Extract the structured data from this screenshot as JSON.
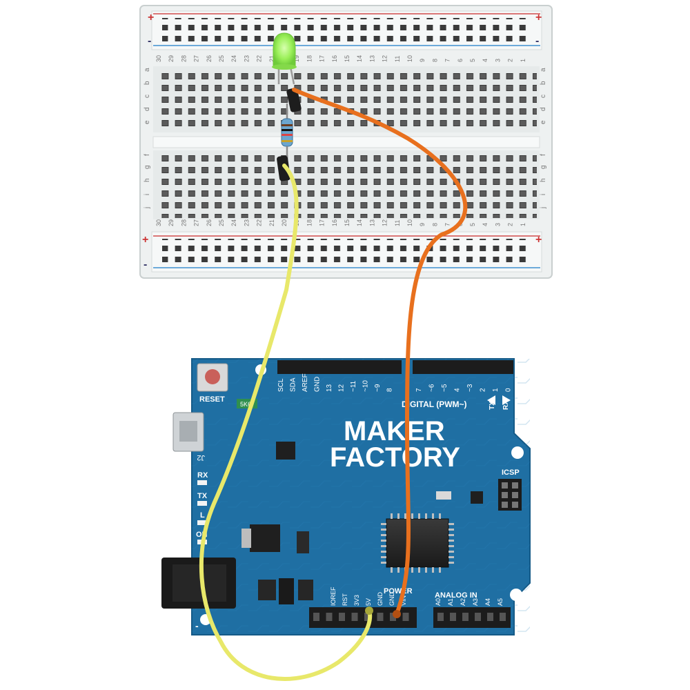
{
  "breadboard": {
    "rows_top": [
      "30",
      "29",
      "28",
      "27",
      "26",
      "25",
      "24",
      "23",
      "22",
      "21",
      "20",
      "19",
      "18",
      "17",
      "16",
      "15",
      "14",
      "13",
      "12",
      "11",
      "10",
      "9",
      "8",
      "7",
      "6",
      "5",
      "4",
      "3",
      "2",
      "1"
    ],
    "letters_top": [
      "a",
      "b",
      "c",
      "d",
      "e"
    ],
    "letters_bottom": [
      "f",
      "g",
      "h",
      "i",
      "j"
    ],
    "rail_plus": "+",
    "rail_minus": "-"
  },
  "board": {
    "logo_line1": "MAKER",
    "logo_line2": "FACTORY",
    "reset_label": "RESET",
    "digital_label": "DIGITAL (PWM~)",
    "power_label": "POWER",
    "analog_label": "ANALOG IN",
    "icsp_label": "ICSP",
    "usb_label": "J2",
    "rx_label": "RX",
    "tx_label": "TX",
    "l_label": "L",
    "on_label": "ON",
    "fuse_label": "5K6",
    "tx_arrow_label": "TX",
    "rx_arrow_label": "RX",
    "top_header_pins": [
      "SCL",
      "SDA",
      "AREF",
      "GND",
      "13",
      "12",
      "~11",
      "~10",
      "~9",
      "8",
      "7",
      "~6",
      "~5",
      "4",
      "~3",
      "2",
      "1",
      "0"
    ],
    "power_pins": [
      "IOREF",
      "RST",
      "3V3",
      "5V",
      "GND",
      "GND",
      "VIN"
    ],
    "analog_pins": [
      "A0",
      "A1",
      "A2",
      "A3",
      "A4",
      "A5"
    ]
  },
  "colors": {
    "board_blue": "#1f6fa3",
    "breadboard": "#e9ecec",
    "wire_yellow": "#e8e86a",
    "wire_orange": "#e8701e",
    "led_green": "#9cf05a"
  }
}
